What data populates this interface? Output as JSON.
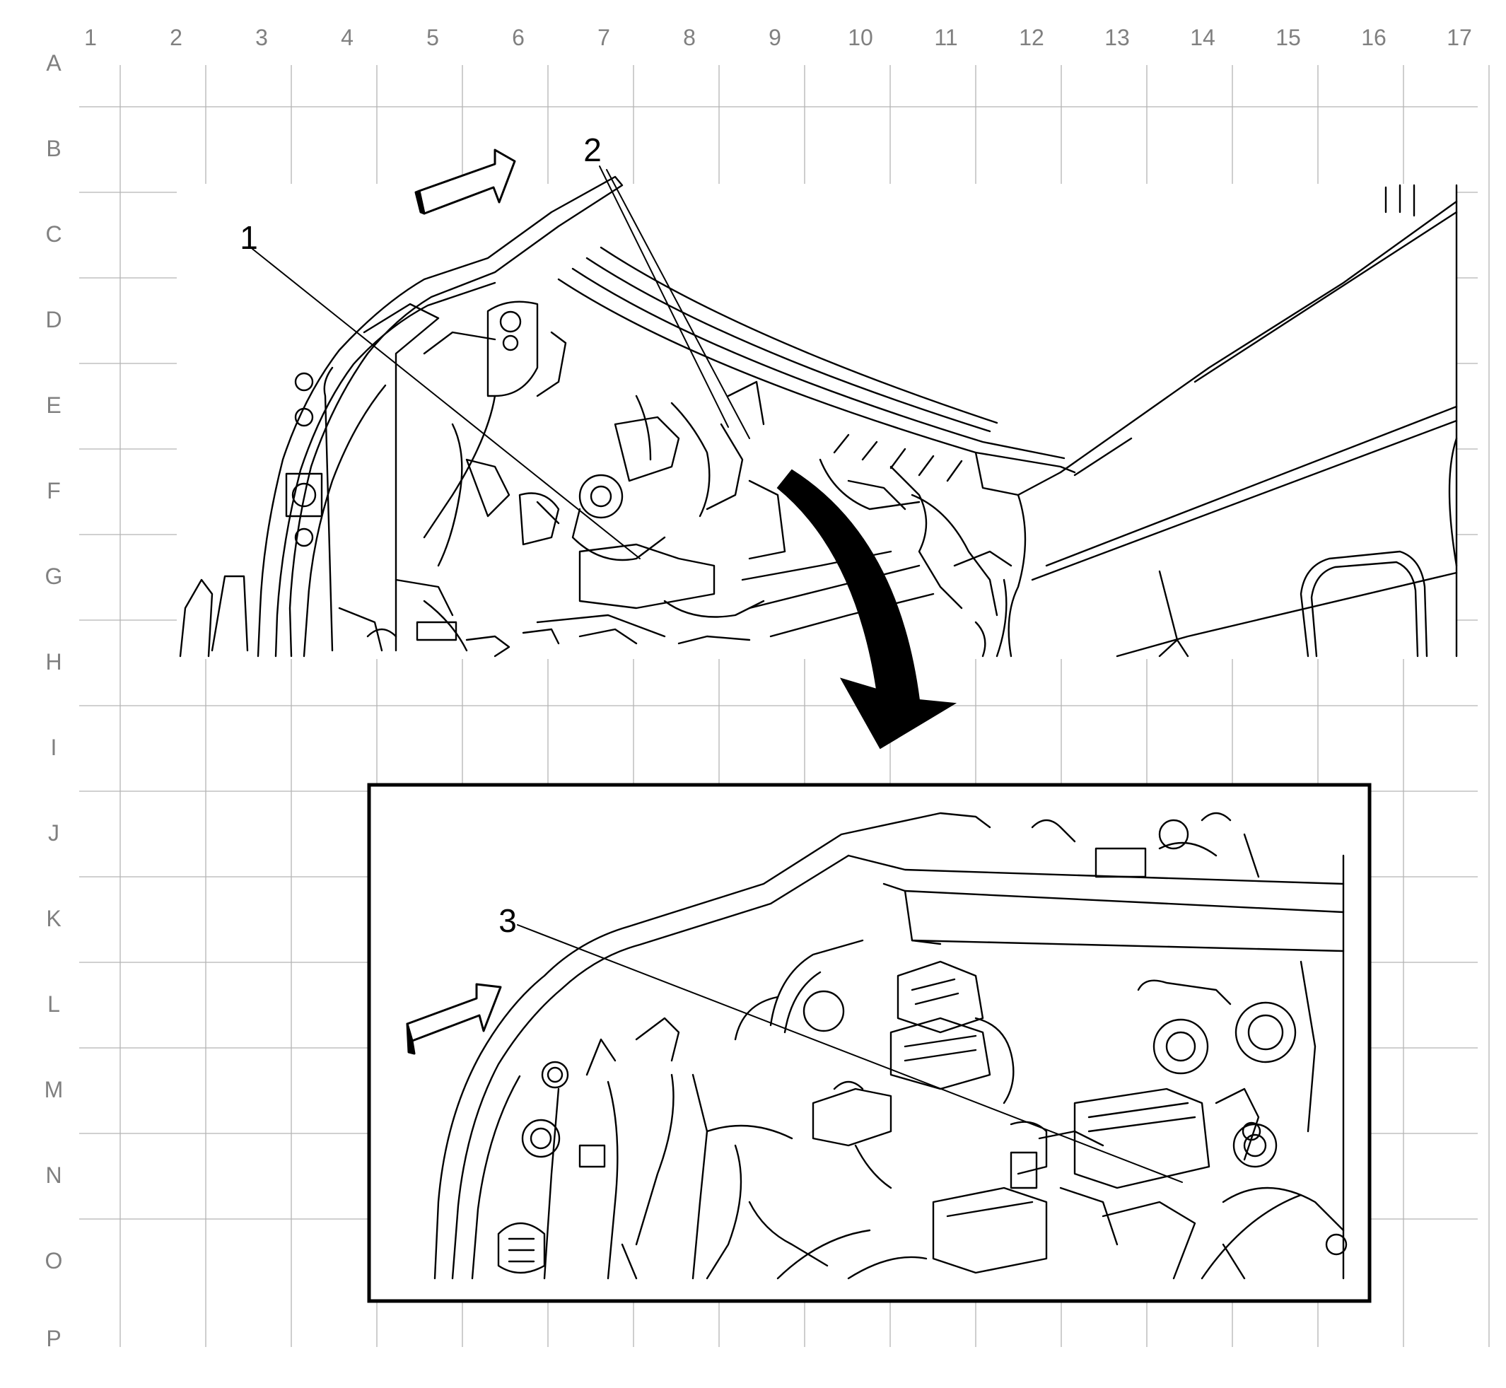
{
  "grid": {
    "columns": [
      "1",
      "2",
      "3",
      "4",
      "5",
      "6",
      "7",
      "8",
      "9",
      "10",
      "11",
      "12",
      "13",
      "14",
      "15",
      "16",
      "17"
    ],
    "rows": [
      "A",
      "B",
      "C",
      "D",
      "E",
      "F",
      "G",
      "H",
      "I",
      "J",
      "K",
      "L",
      "M",
      "N",
      "O",
      "P"
    ],
    "line_color": "#b4b4b4",
    "label_color": "#808080"
  },
  "callouts": [
    "1",
    "2",
    "3"
  ],
  "arrows": {
    "orientation": "arrow-icon",
    "zoom": "curved-arrow-icon"
  },
  "colors": {
    "ink": "#000000",
    "background": "#ffffff"
  }
}
